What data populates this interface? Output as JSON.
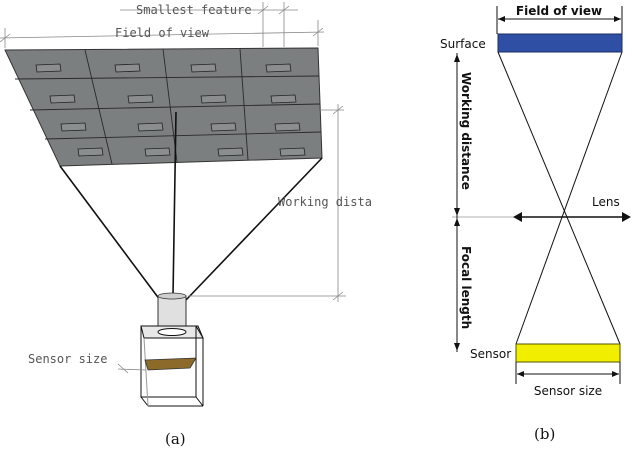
{
  "panel_a": {
    "smallest_feature": "Smallest feature",
    "field_of_view": "Field of view",
    "working_distance": "Working dista",
    "sensor_size": "Sensor size",
    "caption": "(a)"
  },
  "panel_b": {
    "field_of_view": "Field of view",
    "surface": "Surface",
    "working_distance": "Working distance",
    "lens": "Lens",
    "focal_length": "Focal length",
    "sensor": "Sensor",
    "sensor_size": "Sensor size",
    "caption": "(b)"
  },
  "colors": {
    "surface_bar": "#2e4fa3",
    "sensor_bar": "#f2ee00",
    "tile_fill": "#7b7f80"
  }
}
